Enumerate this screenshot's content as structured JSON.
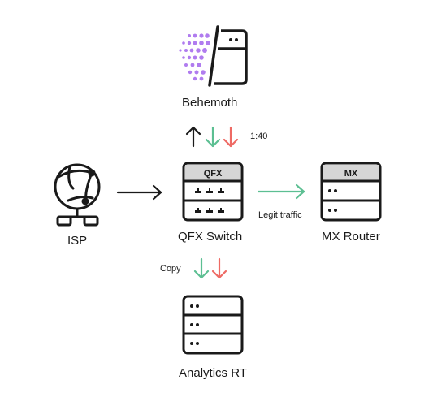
{
  "nodes": {
    "behemoth": {
      "label": "Behemoth"
    },
    "isp": {
      "label": "ISP"
    },
    "qfx": {
      "label": "QFX Switch",
      "badge": "QFX"
    },
    "mx": {
      "label": "MX Router",
      "badge": "MX"
    },
    "analytics": {
      "label": "Analytics RT"
    }
  },
  "edges": {
    "behemoth_ratio": "1:40",
    "legit_traffic": "Legit traffic",
    "copy": "Copy"
  },
  "colors": {
    "ink": "#1a1a1a",
    "green": "#5cbf92",
    "red": "#ee6a64",
    "purple": "#b07cef",
    "badge_fill": "#d6d6d6"
  },
  "icons": {
    "behemoth": "dotted-logo-server-icon",
    "isp": "globe-network-icon",
    "qfx": "switch-icon",
    "mx": "router-icon",
    "analytics": "server-stack-icon"
  }
}
